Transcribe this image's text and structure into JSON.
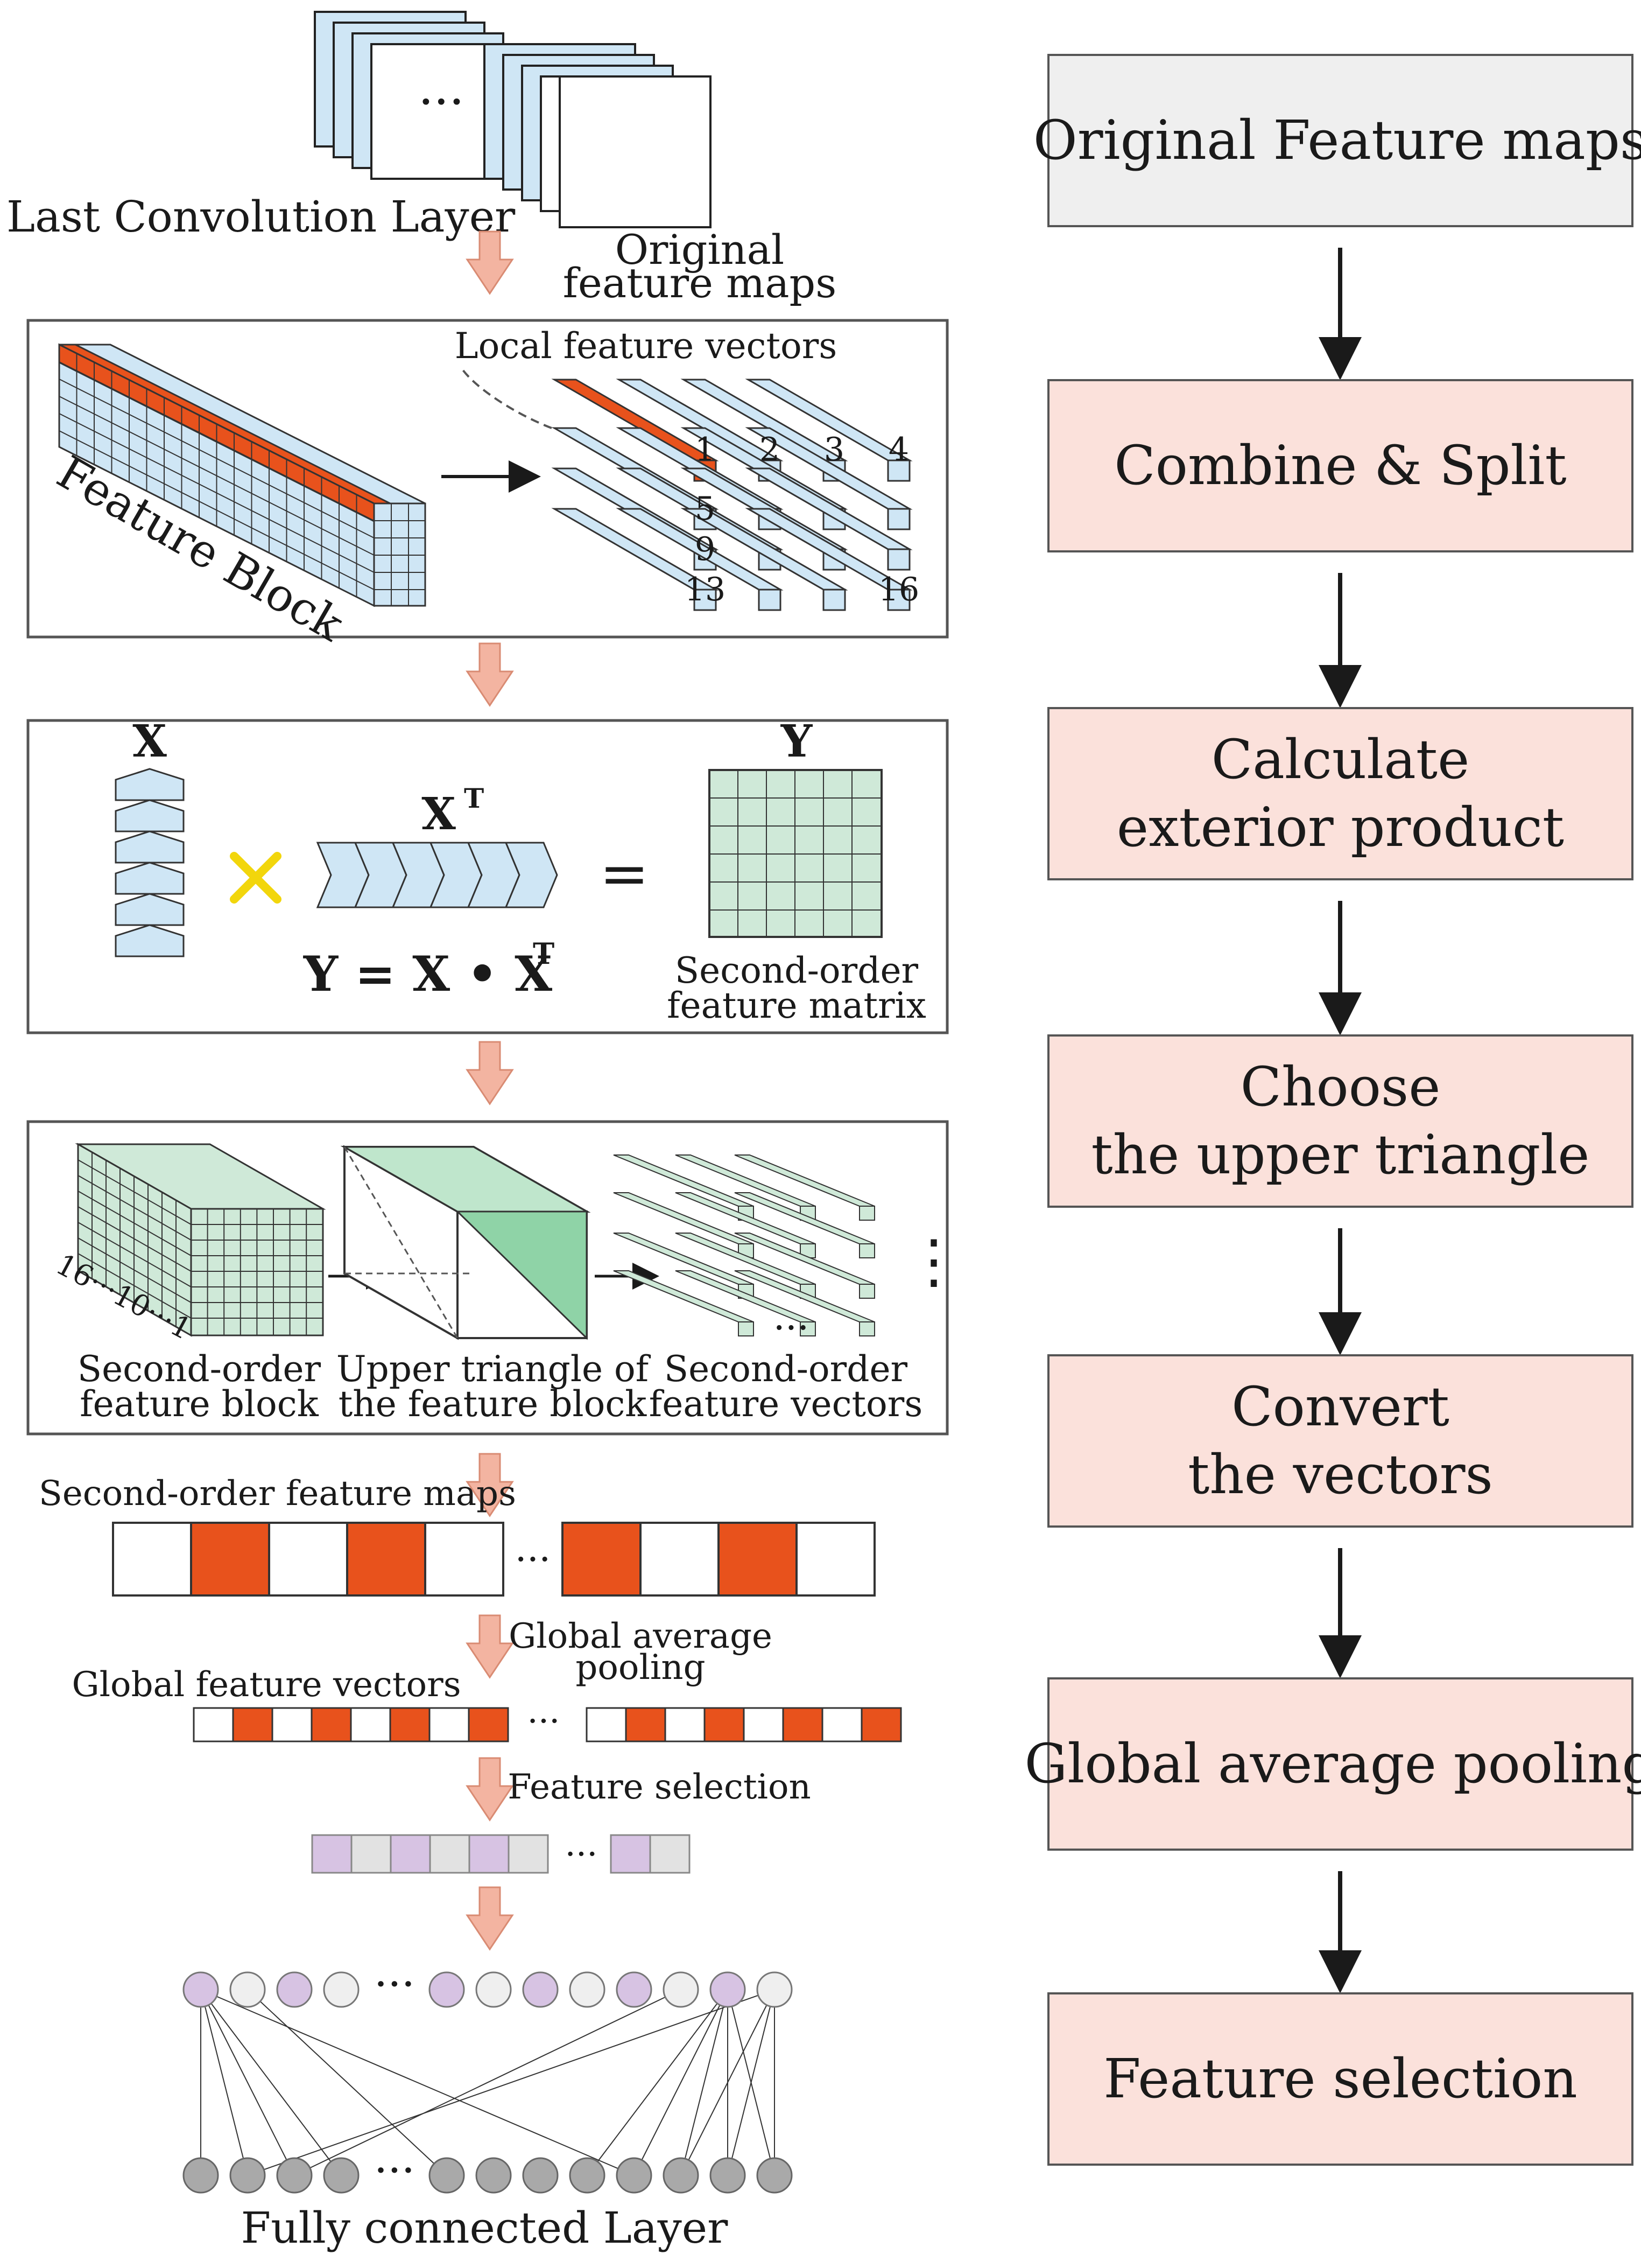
{
  "left": {
    "last_conv_label": "Last Convolution Layer",
    "original_maps_label": [
      "Original",
      "feature maps"
    ],
    "dots": "···",
    "panel1": {
      "local_vectors_label": "Local feature vectors",
      "feature_block_label": "Feature Block",
      "vector_numbers": [
        "1",
        "2",
        "3",
        "4",
        "5",
        "9",
        "13",
        "16"
      ]
    },
    "panel2": {
      "x_label": "X",
      "xt_label": "X",
      "xt_sup": "T",
      "equals": "=",
      "y_label": "Y",
      "formula_main": "Y = X • X",
      "formula_sup": "T",
      "matrix_label": [
        "Second-order",
        "feature matrix"
      ]
    },
    "panel3": {
      "axis_label": "16···10···1",
      "block_label": [
        "Second-order",
        "feature block"
      ],
      "triangle_label": [
        "Upper triangle of",
        "the feature block"
      ],
      "vectors_label": [
        "Second-order",
        "feature vectors"
      ]
    },
    "second_order_maps_label": "Second-order feature maps",
    "global_avg_label": [
      "Global average",
      "pooling"
    ],
    "global_vectors_label": "Global feature vectors",
    "feature_selection_label": "Feature selection",
    "fc_label": "Fully connected Layer"
  },
  "flow": {
    "steps": [
      {
        "label": [
          "Original Feature maps"
        ],
        "fill": "#efefef"
      },
      {
        "label": [
          "Combine & Split"
        ],
        "fill": "#fbe1db"
      },
      {
        "label": [
          "Calculate",
          "exterior product"
        ],
        "fill": "#fbe1db"
      },
      {
        "label": [
          "Choose",
          "the upper triangle"
        ],
        "fill": "#fbe1db"
      },
      {
        "label": [
          "Convert",
          "the vectors"
        ],
        "fill": "#fbe1db"
      },
      {
        "label": [
          "Global average pooling"
        ],
        "fill": "#fbe1db"
      },
      {
        "label": [
          "Feature selection"
        ],
        "fill": "#fbe1db"
      }
    ]
  },
  "colors": {
    "orange": "#e8521c",
    "light_blue": "#cfe6f5",
    "light_green": "#cfe9d8",
    "purple": "#d7c3e3",
    "grey_node": "#a9a9a9",
    "arrow_pink": "#f3b4a1"
  }
}
